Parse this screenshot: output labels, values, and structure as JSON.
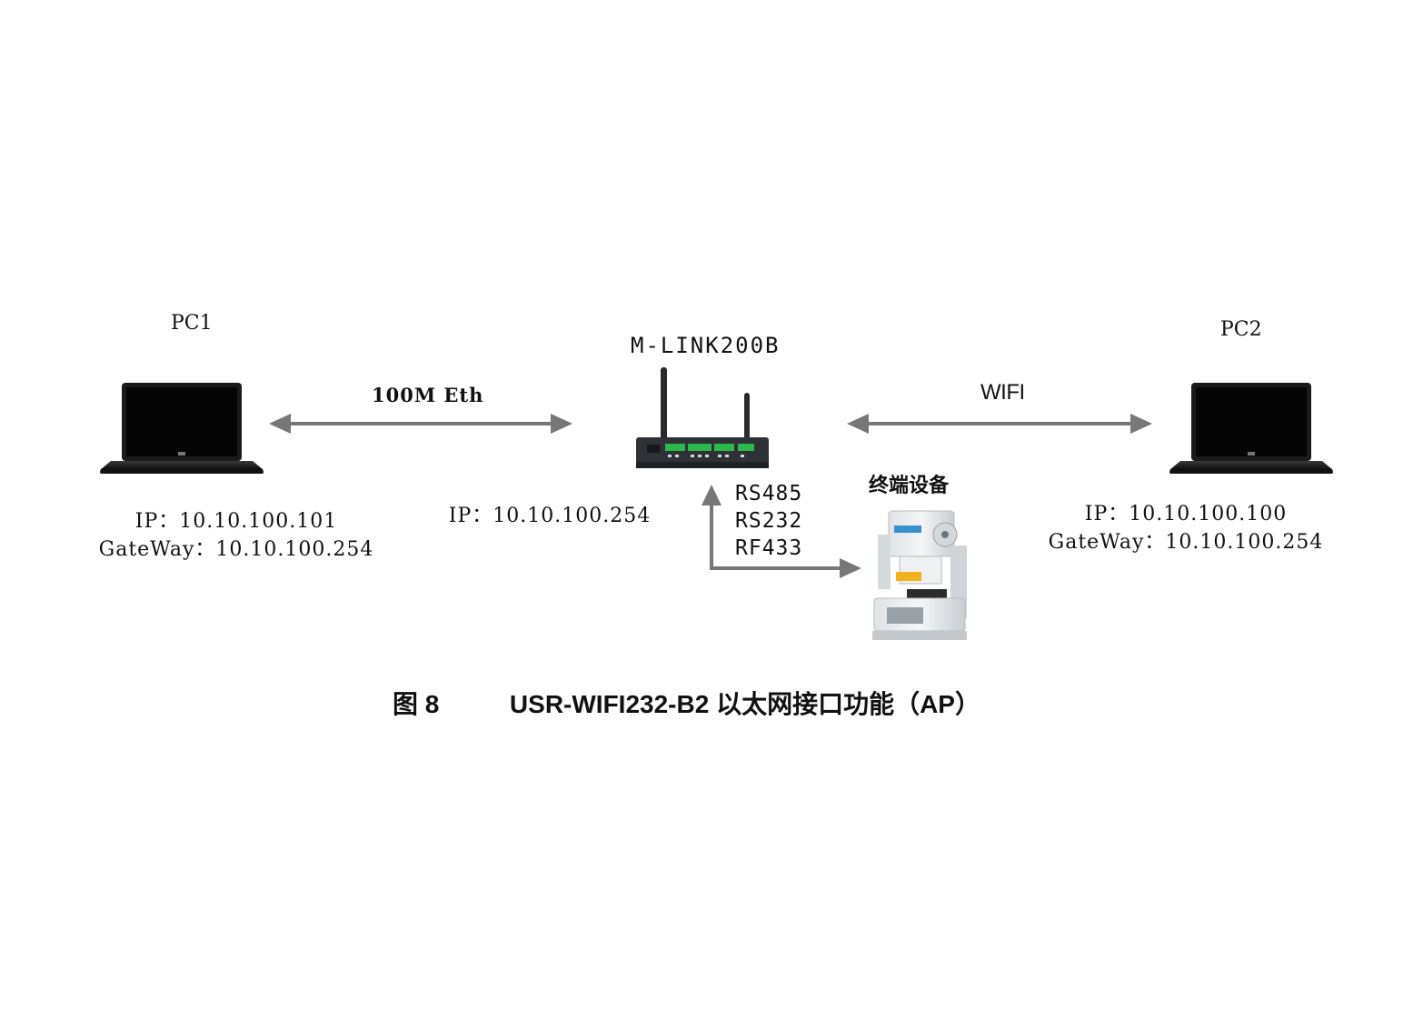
{
  "pc1": {
    "title": "PC1",
    "ip": "IP：10.10.100.101",
    "gateway": "GateWay：10.10.100.254"
  },
  "pc2": {
    "title": "PC2",
    "ip": "IP：10.10.100.100",
    "gateway": "GateWay：10.10.100.254"
  },
  "router": {
    "title": "M-LINK200B",
    "ip": "IP：10.10.100.254"
  },
  "links": {
    "eth": "100M Eth",
    "wifi": "WIFI"
  },
  "serial": {
    "ports": [
      "RS485",
      "RS232",
      "RF433"
    ]
  },
  "terminal": {
    "title": "终端设备"
  },
  "caption": {
    "fig_label": "图 8",
    "text": "USR-WIFI232-B2 以太网接口功能（AP）"
  },
  "colors": {
    "arrow": "#777777",
    "laptop_body": "#1a1a1a",
    "screen": "#050505",
    "device": "#2e3236",
    "terminal_green": "#2db84b"
  }
}
